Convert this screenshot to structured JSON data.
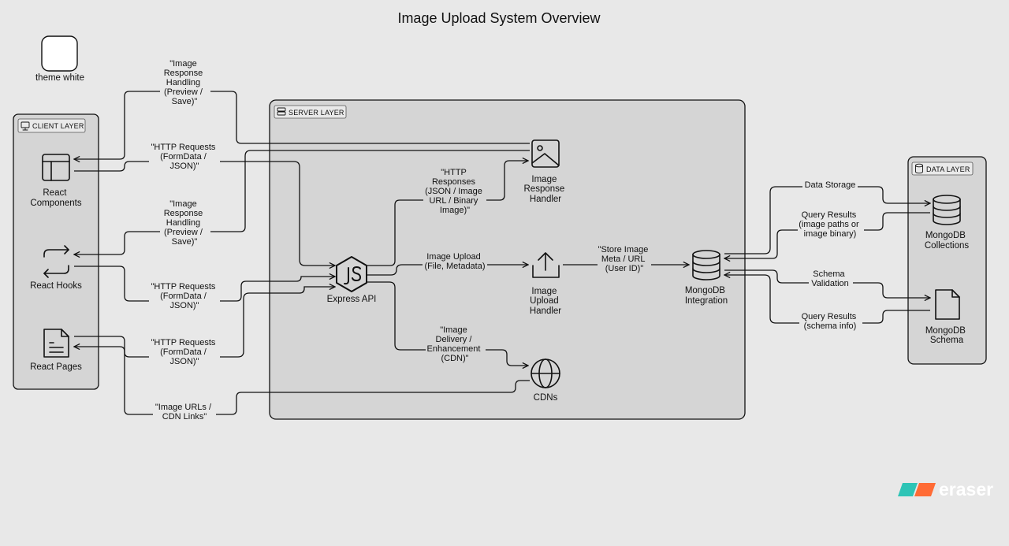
{
  "title": "Image Upload System Overview",
  "theme_node": {
    "label": "theme white"
  },
  "groups": {
    "client": {
      "label": "CLIENT LAYER"
    },
    "server": {
      "label": "SERVER LAYER"
    },
    "data": {
      "label": "DATA LAYER"
    }
  },
  "nodes": {
    "react_components": [
      "React",
      "Components"
    ],
    "react_hooks": [
      "React Hooks"
    ],
    "react_pages": [
      "React Pages"
    ],
    "express_api": [
      "Express API"
    ],
    "image_response_handler": [
      "Image",
      "Response",
      "Handler"
    ],
    "image_upload_handler": [
      "Image",
      "Upload",
      "Handler"
    ],
    "cdns": [
      "CDNs"
    ],
    "mongodb_integration": [
      "MongoDB",
      "Integration"
    ],
    "mongodb_collections": [
      "MongoDB",
      "Collections"
    ],
    "mongodb_schema": [
      "MongoDB",
      "Schema"
    ]
  },
  "edge_labels": {
    "resp_handling_1": [
      "\"Image",
      "Response",
      "Handling",
      "(Preview /",
      "Save)\""
    ],
    "http_req_1": [
      "\"HTTP Requests",
      "(FormData /",
      "JSON)\""
    ],
    "resp_handling_2": [
      "\"Image",
      "Response",
      "Handling",
      "(Preview /",
      "Save)\""
    ],
    "http_req_2": [
      "\"HTTP Requests",
      "(FormData /",
      "JSON)\""
    ],
    "http_req_3": [
      "\"HTTP Requests",
      "(FormData /",
      "JSON)\""
    ],
    "cdn_links": [
      "\"Image URLs /",
      "CDN Links\""
    ],
    "http_responses": [
      "\"HTTP",
      "Responses",
      "(JSON / Image",
      "URL / Binary",
      "Image)\""
    ],
    "image_upload": [
      "Image Upload",
      "(File, Metadata)"
    ],
    "image_delivery": [
      "\"Image",
      "Delivery /",
      "Enhancement",
      "(CDN)\""
    ],
    "store_meta": [
      "\"Store Image",
      "Meta / URL",
      "(User ID)\""
    ],
    "data_storage": [
      "Data Storage"
    ],
    "query_results_1": [
      "Query Results",
      "(image paths or",
      "image binary)"
    ],
    "schema_validation": [
      "Schema",
      "Validation"
    ],
    "query_results_2": [
      "Query Results",
      "(schema info)"
    ]
  },
  "brand": {
    "name": "eraser",
    "colors": [
      "#2ec4b6",
      "#ff6b35"
    ]
  }
}
